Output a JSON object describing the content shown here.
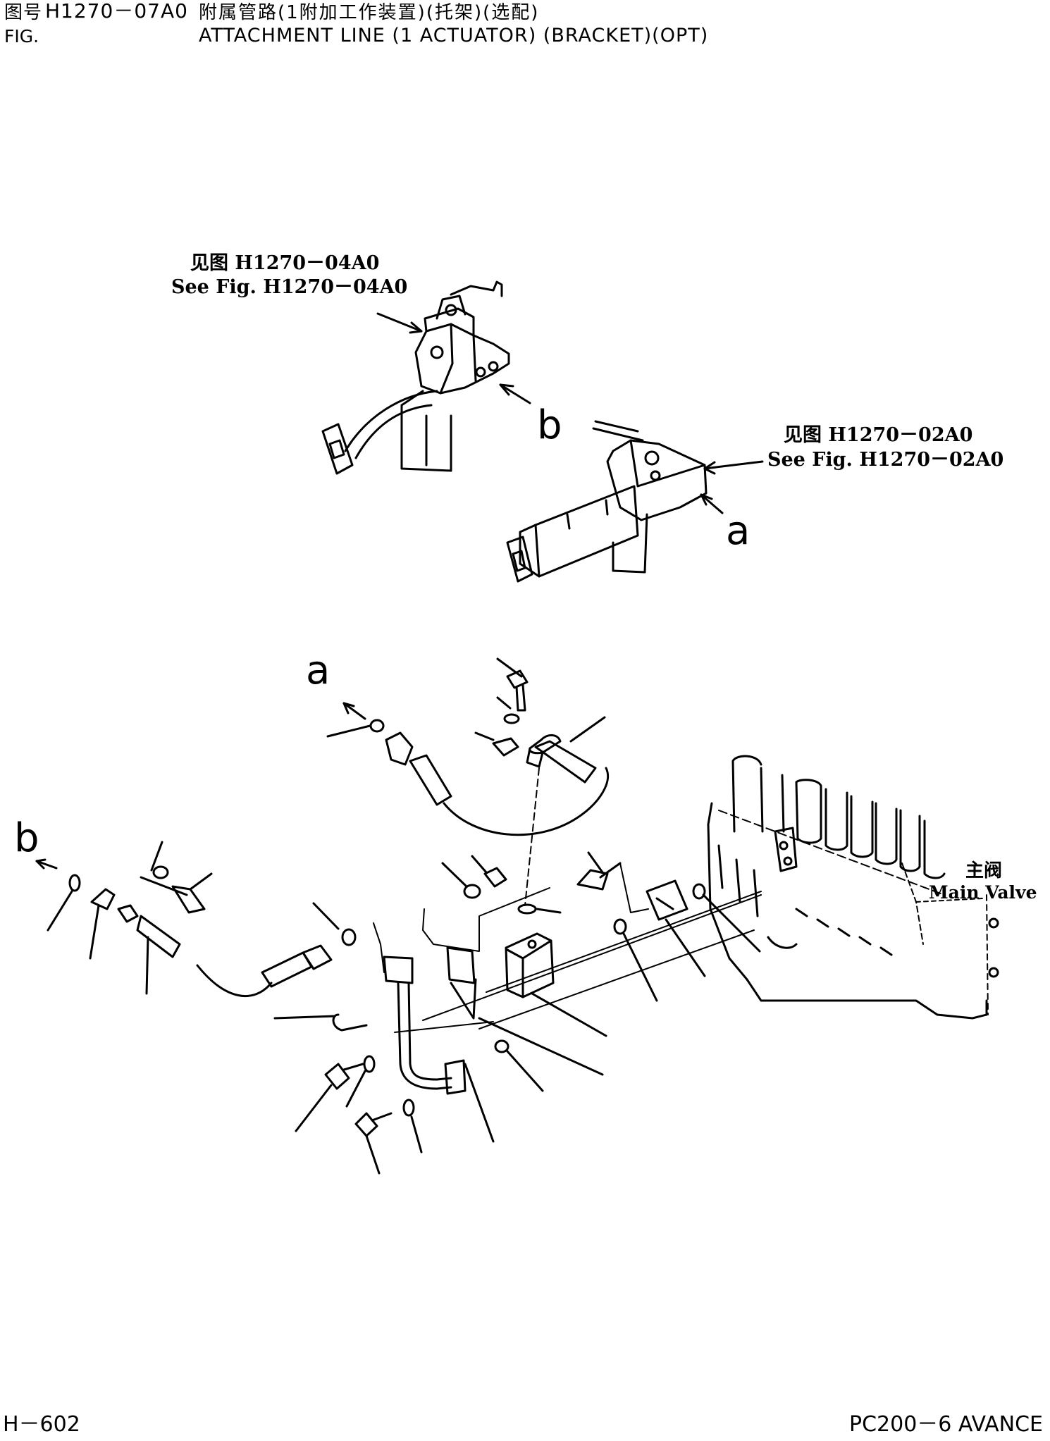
{
  "header": {
    "fig_label_cn": "图号",
    "fig_number": "H1270－07A0",
    "title_cn": "附属管路(1附加工作装置)(托架)(选配)",
    "fig_label_en": "FIG.",
    "title_en": "ATTACHMENT LINE (1 ACTUATOR) (BRACKET)(OPT)"
  },
  "callouts": {
    "ref_04_cn": "见图 H1270－04A0",
    "ref_04_en": "See Fig. H1270－04A0",
    "ref_02_cn": "见图 H1270－02A0",
    "ref_02_en": "See Fig. H1270－02A0",
    "letter_a": "a",
    "letter_b": "b",
    "main_valve_cn": "主阀",
    "main_valve_en": "Main Valve"
  },
  "footer": {
    "page": "H－602",
    "model": "PC200－6 AVANCE"
  }
}
